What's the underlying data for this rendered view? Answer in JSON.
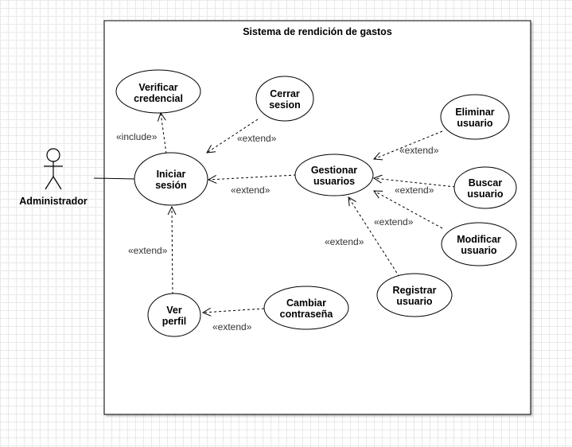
{
  "system": {
    "title": "Sistema de rendición de gastos"
  },
  "actor": {
    "name": "Administrador"
  },
  "use_cases": {
    "verificar": [
      "Verificar",
      "credencial"
    ],
    "cerrar": [
      "Cerrar",
      "sesion"
    ],
    "iniciar": [
      "Iniciar",
      "sesión"
    ],
    "gestionar": [
      "Gestionar",
      "usuarios"
    ],
    "eliminar": [
      "Eliminar",
      "usuario"
    ],
    "buscar": [
      "Buscar",
      "usuario"
    ],
    "modificar": [
      "Modificar",
      "usuario"
    ],
    "registrar": [
      "Registrar",
      "usuario"
    ],
    "ver_perfil": [
      "Ver",
      "perfil"
    ],
    "cambiar": [
      "Cambiar",
      "contraseña"
    ]
  },
  "relations": {
    "include_verificar": "«include»",
    "extend_cerrar": "«extend»",
    "extend_gestionar": "«extend»",
    "extend_eliminar": "«extend»",
    "extend_buscar": "«extend»",
    "extend_modificar": "«extend»",
    "extend_registrar": "«extend»",
    "extend_ver_perfil": "«extend»",
    "extend_cambiar": "«extend»"
  }
}
